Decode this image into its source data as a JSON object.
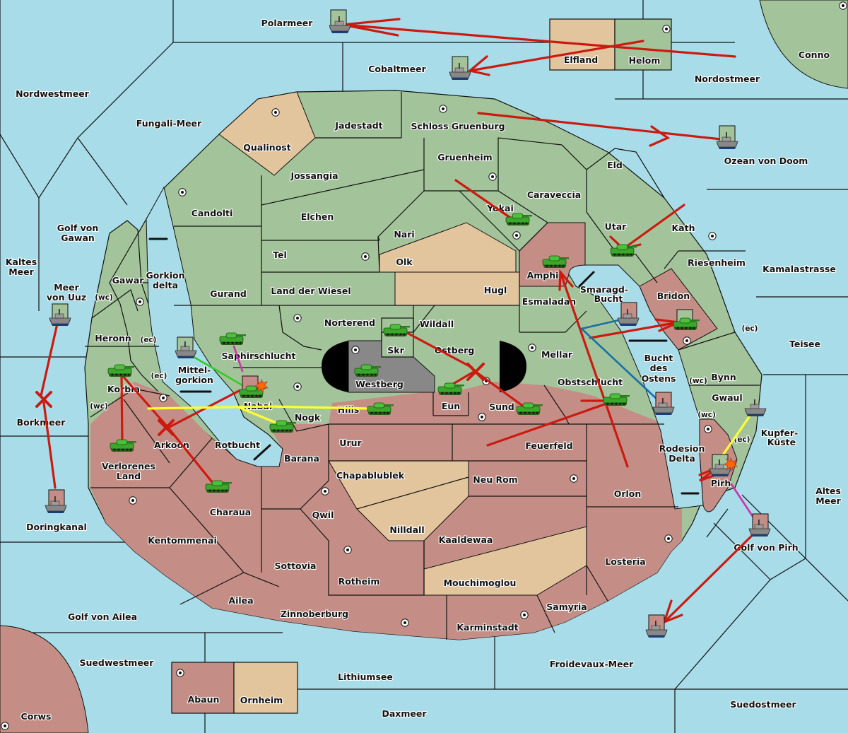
{
  "map": {
    "title": "Diplomacy-style game map",
    "colors": {
      "sea": "#a8dce8",
      "green_power": "#a3c49a",
      "red_power": "#c48e86",
      "neutral": "#e2c59d",
      "impassable": "#888888",
      "border": "#111111",
      "order_red": "#cc1a10",
      "order_yellow": "#ffff33",
      "order_green": "#33cc22",
      "order_magenta": "#cc33aa",
      "order_blue": "#1a6fa8"
    },
    "labels": {
      "polarmeer": "Polarmeer",
      "cobaltmeer": "Cobaltmeer",
      "nordwestmeer": "Nordwestmeer",
      "fungali": "Fungali-Meer",
      "elfland": "Elfland",
      "helom": "Helom",
      "nordostmeer": "Nordostmeer",
      "conno": "Conno",
      "ozean": "Ozean von Doom",
      "jadestadt": "Jadestadt",
      "schloss": "Schloss Gruenburg",
      "qualinost": "Qualinost",
      "jossangia": "Jossangia",
      "gruenheim": "Gruenheim",
      "eld": "Eld",
      "caraveccia": "Caraveccia",
      "candolti": "Candolti",
      "elchen": "Elchen",
      "yokai": "Yokai",
      "nari": "Nari",
      "utar": "Utar",
      "kath": "Kath",
      "golf_gawan_1": "Golf von",
      "golf_gawan_2": "Gawan",
      "kaltes_1": "Kaltes",
      "kaltes_2": "Meer",
      "tel": "Tel",
      "olk": "Olk",
      "amphi": "Amphi",
      "riesenheim": "Riesenheim",
      "kamalastrasse": "Kamalastrasse",
      "gawar": "Gawar",
      "gorkion_1": "Gorkion",
      "gorkion_2": "delta",
      "meer_uuz_1": "Meer",
      "meer_uuz_2": "von Uuz",
      "wc": "(wc)",
      "ec": "(ec)",
      "gurand": "Gurand",
      "land_wiesel": "Land der Wiesel",
      "hugl": "Hugl",
      "smaragd_1": "Smaragd-",
      "smaragd_2": "Bucht",
      "esmaladan": "Esmaladan",
      "bridon": "Bridon",
      "heronn": "Heronn",
      "norterend": "Norterend",
      "wildall": "Wildall",
      "teisee": "Teisee",
      "saphirschlucht": "Saphirschlucht",
      "skr": "Skr",
      "ostberg": "Ostberg",
      "mellar": "Mellar",
      "bucht_ostens_1": "Bucht",
      "bucht_ostens_2": "des",
      "bucht_ostens_3": "Ostens",
      "mittelgorkion_1": "Mittel-",
      "mittelgorkion_2": "gorkion",
      "westberg": "Westberg",
      "obstschlucht": "Obstschlucht",
      "bynn": "Bynn",
      "korbia": "Korbia",
      "nabai": "Nabai",
      "eun": "Eun",
      "gwaul": "Gwaul",
      "hills": "Hills",
      "sund": "Sund",
      "nogk": "Nogk",
      "borkmeer": "Borkmeer",
      "kupfer_1": "Kupfer-",
      "kupfer_2": "Küste",
      "arkoon": "Arkoon",
      "rotbucht": "Rotbucht",
      "urur": "Urur",
      "feuerfeld": "Feuerfeld",
      "rodesion_1": "Rodesion",
      "rodesion_2": "Delta",
      "barana": "Barana",
      "verlorenes_1": "Verlorenes",
      "verlorenes_2": "Land",
      "chapablublek": "Chapablublek",
      "neu_rom": "Neu Rom",
      "orlon": "Orlon",
      "pirh": "Pirh",
      "altes_1": "Altes",
      "altes_2": "Meer",
      "charaua": "Charaua",
      "qwil": "Qwil",
      "nilldall": "Nilldall",
      "doringkanal": "Doringkanal",
      "kentommenai": "Kentommenai",
      "kaaldewaa": "Kaaldewaa",
      "golf_pirh": "Golf von Pirh",
      "losteria": "Losteria",
      "sottovia": "Sottovia",
      "rotheim": "Rotheim",
      "mouchimoglou": "Mouchimoglou",
      "ailea": "Ailea",
      "samyria": "Samyria",
      "golf_ailea": "Golf von Ailea",
      "zinnoberburg": "Zinnoberburg",
      "karminstadt": "Karminstadt",
      "suedwestmeer": "Suedwestmeer",
      "froidevaux": "Froidevaux-Meer",
      "lithiumsee": "Lithiumsee",
      "abaun": "Abaun",
      "ornheim": "Ornheim",
      "suedostmeer": "Suedostmeer",
      "daxmeer": "Daxmeer",
      "corws": "Corws"
    },
    "units": [
      {
        "type": "fleet",
        "owner": "green",
        "province": "Polarmeer"
      },
      {
        "type": "fleet",
        "owner": "green",
        "province": "Cobaltmeer"
      },
      {
        "type": "fleet",
        "owner": "green",
        "province": "Ozean von Doom"
      },
      {
        "type": "army",
        "owner": "green",
        "province": "Yokai"
      },
      {
        "type": "army",
        "owner": "red",
        "province": "Amphi"
      },
      {
        "type": "army",
        "owner": "green",
        "province": "Utar"
      },
      {
        "type": "fleet",
        "owner": "green",
        "province": "Meer von Uuz"
      },
      {
        "type": "fleet",
        "owner": "red",
        "province": "Smaragd-Bucht"
      },
      {
        "type": "army",
        "owner": "green",
        "province": "Bridon"
      },
      {
        "type": "army",
        "owner": "green",
        "province": "Saphirschlucht"
      },
      {
        "type": "army",
        "owner": "green",
        "province": "Skr"
      },
      {
        "type": "fleet",
        "owner": "green",
        "province": "Mittelgorkion"
      },
      {
        "type": "army",
        "owner": "green",
        "province": "Westberg"
      },
      {
        "type": "army",
        "owner": "green",
        "province": "Korbia"
      },
      {
        "type": "army",
        "owner": "red",
        "province": "Nabai",
        "dislodged": true
      },
      {
        "type": "army",
        "owner": "green",
        "province": "Eun"
      },
      {
        "type": "army",
        "owner": "green",
        "province": "Hills"
      },
      {
        "type": "army",
        "owner": "green",
        "province": "Sund"
      },
      {
        "type": "army",
        "owner": "green",
        "province": "Obstschlucht"
      },
      {
        "type": "fleet",
        "owner": "red",
        "province": "Bucht des Ostens"
      },
      {
        "type": "army",
        "owner": "green",
        "province": "Nogk"
      },
      {
        "type": "army",
        "owner": "green",
        "province": "Verlorenes Land"
      },
      {
        "type": "fleet",
        "owner": "green",
        "province": "Kupfer-Küste"
      },
      {
        "type": "fleet",
        "owner": "green",
        "province": "Pirh",
        "dislodged": true
      },
      {
        "type": "army",
        "owner": "green",
        "province": "Charaua"
      },
      {
        "type": "fleet",
        "owner": "red",
        "province": "Doringkanal"
      },
      {
        "type": "fleet",
        "owner": "red",
        "province": "Golf von Pirh"
      },
      {
        "type": "fleet",
        "owner": "red",
        "province": "Froidevaux-Meer"
      }
    ]
  }
}
